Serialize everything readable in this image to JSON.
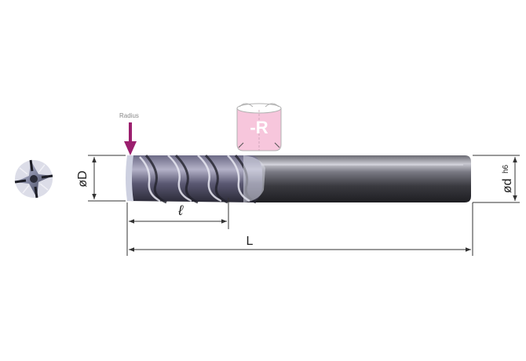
{
  "labels": {
    "radius": "Radius",
    "corner_radius": "-R",
    "cutting_diameter": "øD",
    "flute_length": "ℓ",
    "overall_length": "L",
    "shank_diameter_symbol": "ød",
    "shank_tolerance": "h6"
  },
  "colors": {
    "radius_arrow": "#9b1f6e",
    "radius_text": "#888888",
    "callout_fill": "#f7c6dc",
    "callout_stroke": "#b0b0b0",
    "callout_text": "#ffffff",
    "dimension_line": "#333333",
    "shank_dark": "#3a3a40",
    "shank_light": "#9a9aa2",
    "flute_tint": "#8a86a8"
  },
  "icons": {
    "end_view": "end-mill-end-view-icon",
    "tool": "end-mill-side-view"
  }
}
